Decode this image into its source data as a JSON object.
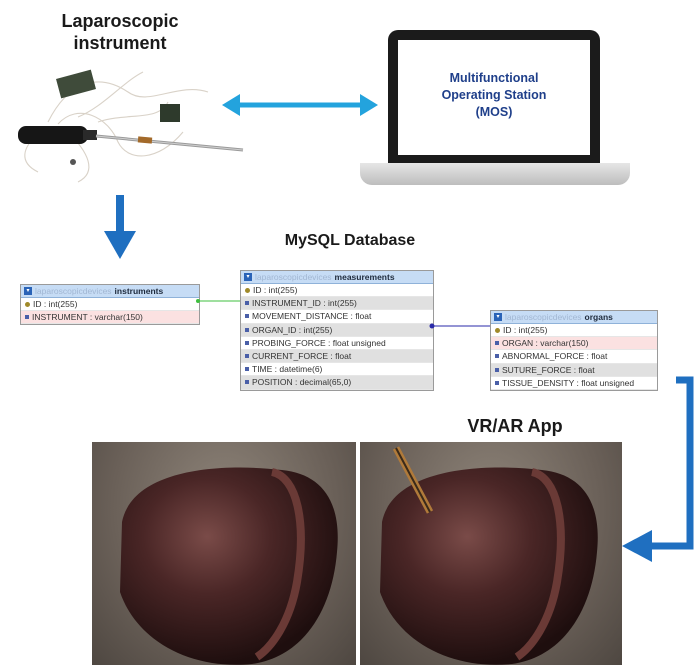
{
  "labels": {
    "instrument_line1": "Laparoscopic",
    "instrument_line2": "instrument",
    "database": "MySQL Database",
    "app": "VR/AR App"
  },
  "mos": {
    "line1": "Multifunctional",
    "line2": "Operating Station",
    "line3": "(MOS)"
  },
  "tables": {
    "instruments": {
      "db": "laparoscopicdevices",
      "name": "instruments",
      "rows": [
        "ID : int(255)",
        "INSTRUMENT : varchar(150)"
      ]
    },
    "measurements": {
      "db": "laparoscopicdevices",
      "name": "measurements",
      "rows": [
        "ID : int(255)",
        "INSTRUMENT_ID : int(255)",
        "MOVEMENT_DISTANCE : float",
        "ORGAN_ID : int(255)",
        "PROBING_FORCE : float unsigned",
        "CURRENT_FORCE : float",
        "TIME : datetime(6)",
        "POSITION : decimal(65,0)"
      ]
    },
    "organs": {
      "db": "laparoscopicdevices",
      "name": "organs",
      "rows": [
        "ID : int(255)",
        "ORGAN : varchar(150)",
        "ABNORMAL_FORCE : float",
        "SUTURE_FORCE : float",
        "TISSUE_DENSITY : float unsigned"
      ]
    }
  },
  "colors": {
    "arrow": "#1f6fc0",
    "connector_green": "#3fbf3f",
    "connector_blue": "#2a2aa8"
  }
}
